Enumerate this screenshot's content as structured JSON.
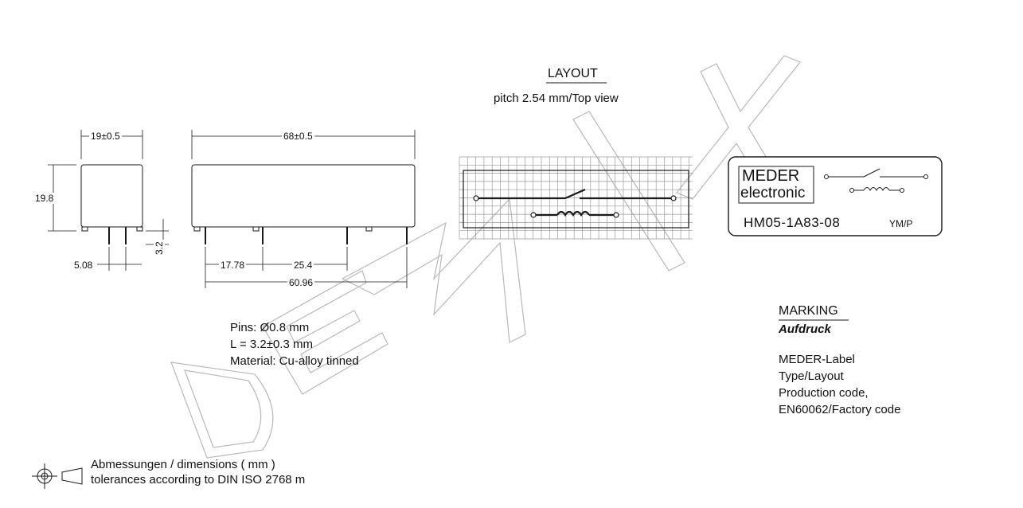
{
  "dimensions": {
    "width_top": "19±0.5",
    "length_top": "68±0.5",
    "height_left": "19.8",
    "pin_spacing_side": "5.08",
    "pin_length": "3.2",
    "pin_pitch_a": "17.78",
    "pin_pitch_b": "25.4",
    "pin_total": "60.96"
  },
  "pins_info": {
    "line1": "Pins:  Ø0.8 mm",
    "line2": "L = 3.2±0.3 mm",
    "line3": "Material: Cu-alloy tinned"
  },
  "layout": {
    "title": "LAYOUT",
    "subtitle": "pitch 2.54 mm/Top view"
  },
  "label": {
    "brand_line1": "MEDER",
    "brand_line2": "electronic",
    "type": "HM05-1A83-08",
    "code": "YM/P"
  },
  "marking": {
    "title": "MARKING",
    "subtitle": "Aufdruck",
    "line1": "MEDER-Label",
    "line2": "Type/Layout",
    "line3": "Production code,",
    "line4": "EN60062/Factory code"
  },
  "footer": {
    "line1": "Abmessungen / dimensions ( mm )",
    "line2": "tolerances according to DIN ISO 2768 m"
  },
  "watermark": {
    "text": "DEMIX"
  },
  "colors": {
    "line": "#1a1a1a",
    "grid": "#9a9a9a",
    "watermark": "#b8b8b8"
  }
}
